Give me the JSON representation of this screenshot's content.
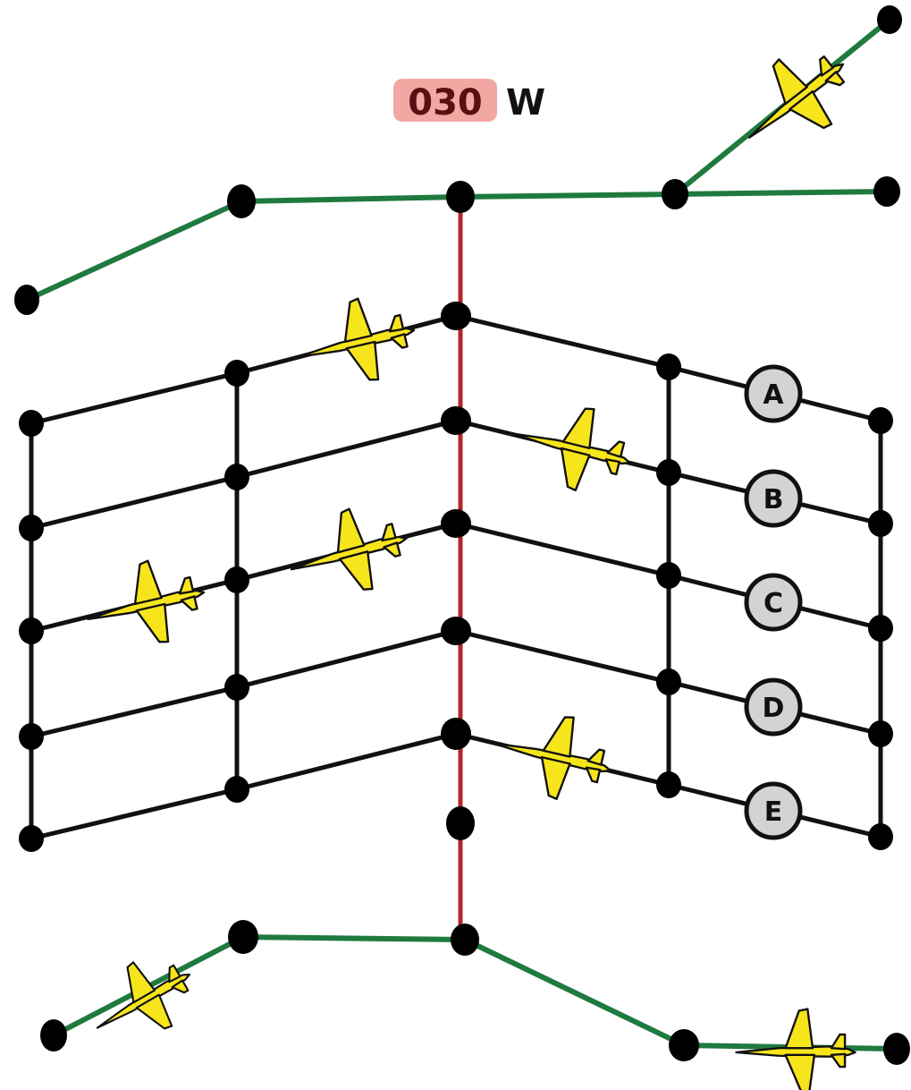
{
  "runway": {
    "heading": "030",
    "wind": "W"
  },
  "gates": [
    {
      "label": "A"
    },
    {
      "label": "B"
    },
    {
      "label": "C"
    },
    {
      "label": "D"
    },
    {
      "label": "E"
    }
  ],
  "colors": {
    "runway_line": "#b5252a",
    "taxiway_line": "#1f7a3e",
    "grid_line": "#111111",
    "node": "#000000",
    "plane": "#f7e51c",
    "gate_fill": "#d3d3d3",
    "heading_badge": "#f3a7a3",
    "heading_text": "#5a0f12"
  },
  "icons": {
    "aircraft": "airplane-icon",
    "gate": "gate-marker"
  }
}
